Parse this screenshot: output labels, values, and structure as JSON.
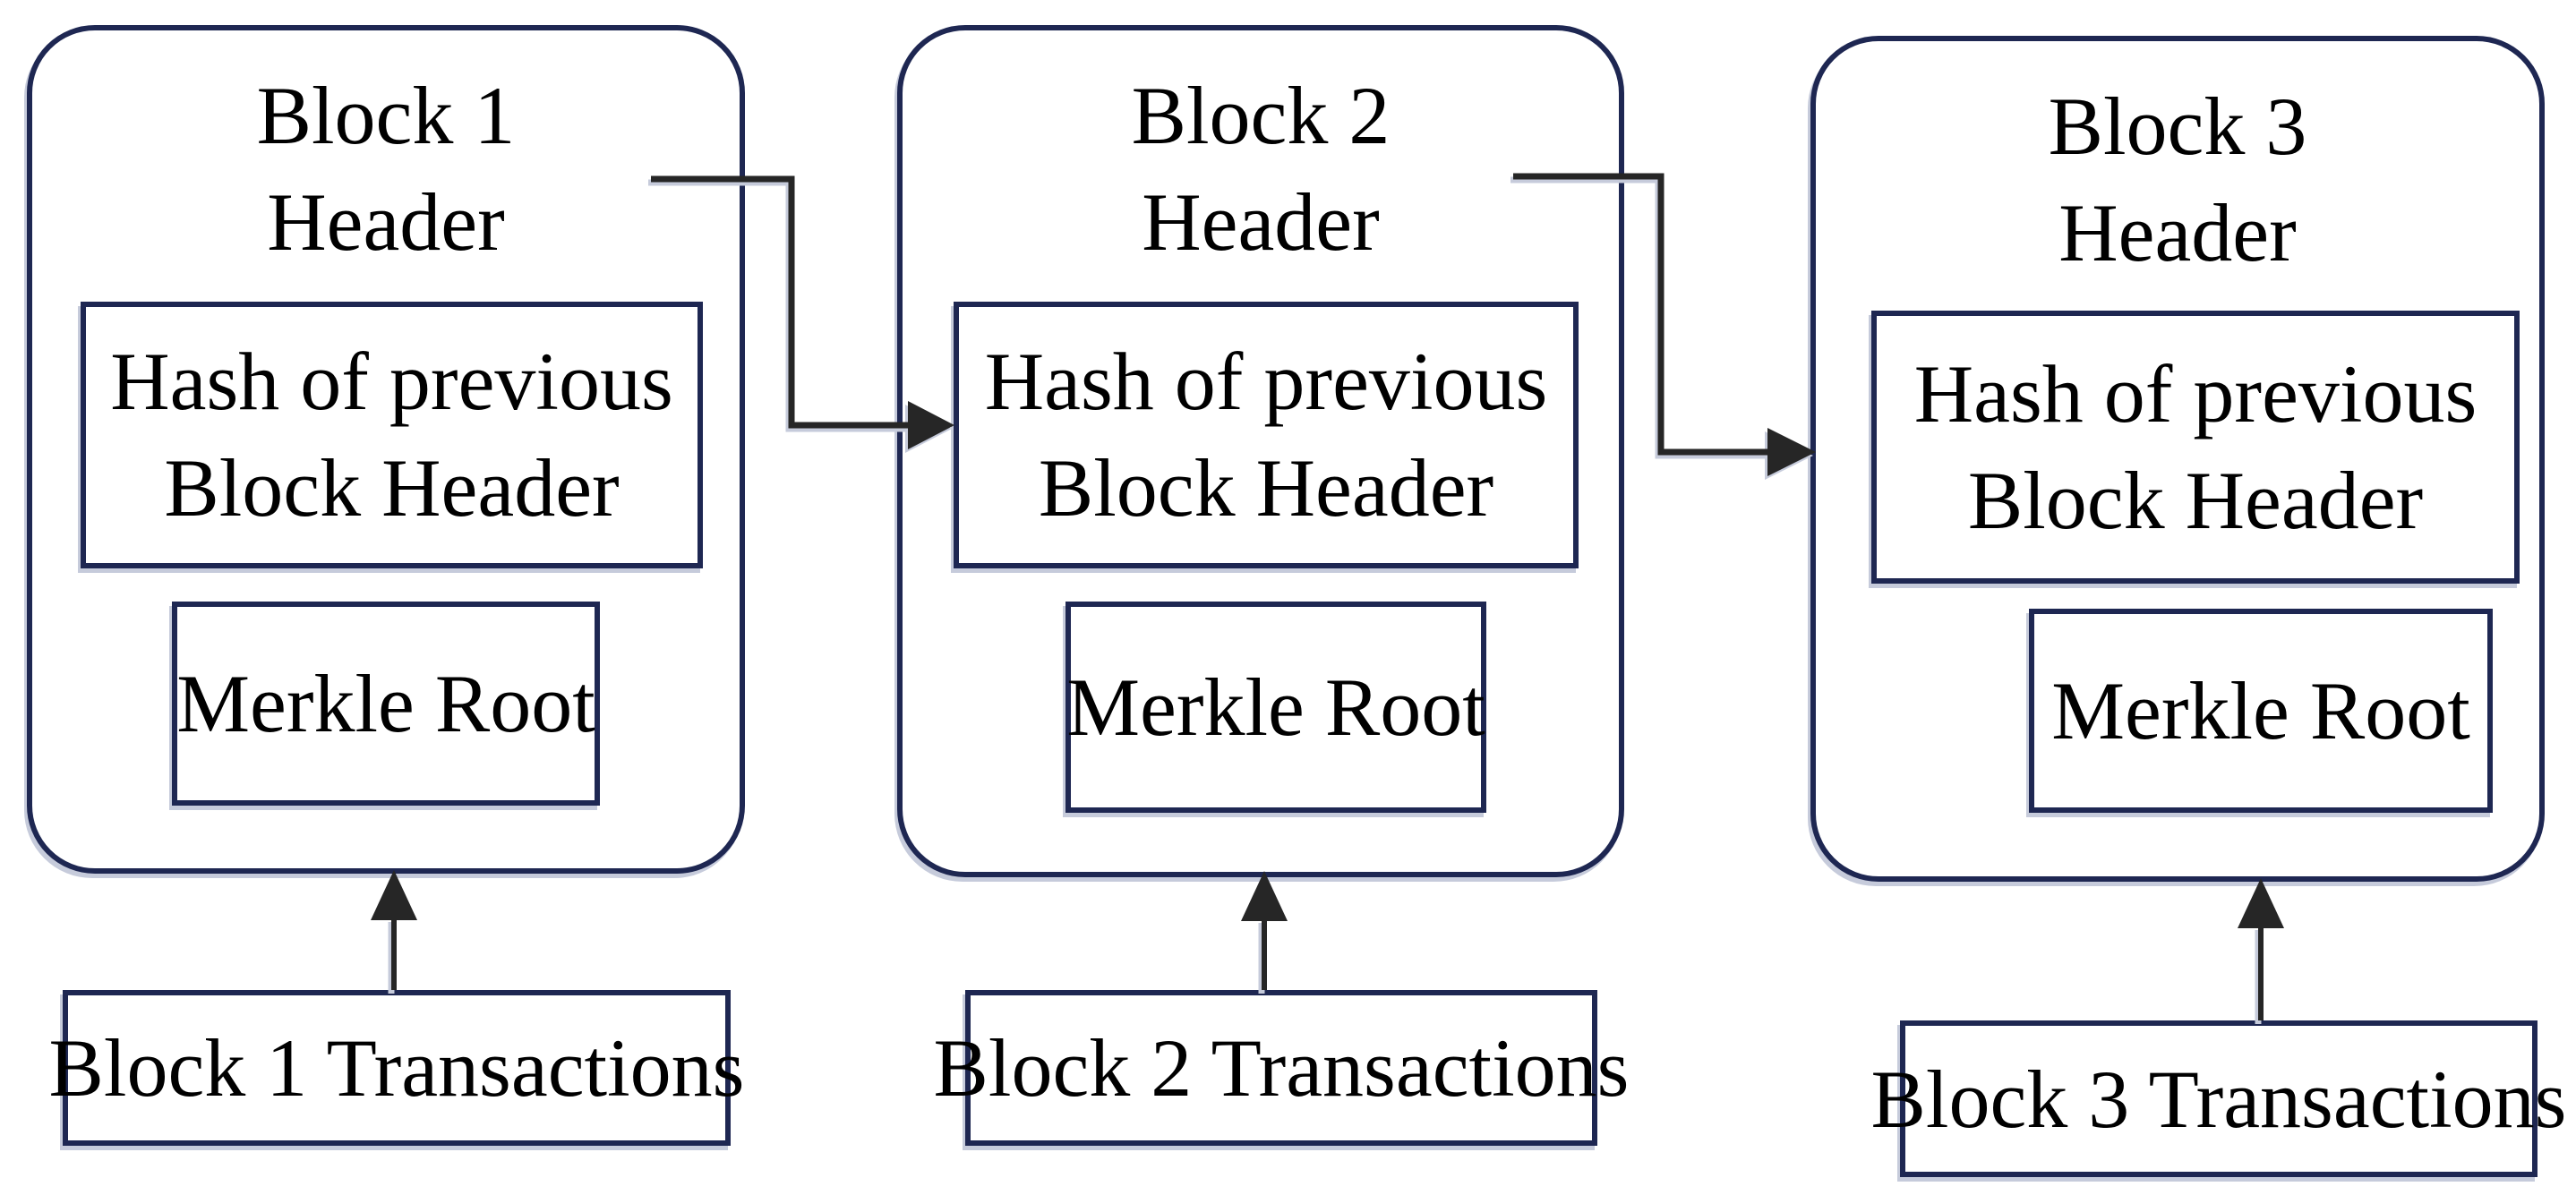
{
  "colors": {
    "border_navy": "#1e2752",
    "connector_black": "#262626",
    "shadow": "#c6cbdb",
    "background": "#ffffff",
    "text": "#000000"
  },
  "blocks": [
    {
      "title_line1": "Block 1",
      "title_line2": "Header",
      "hash_line1": "Hash of previous",
      "hash_line2": "Block Header",
      "merkle_label": "Merkle Root",
      "transactions_label": "Block 1 Transactions"
    },
    {
      "title_line1": "Block 2",
      "title_line2": "Header",
      "hash_line1": "Hash of previous",
      "hash_line2": "Block Header",
      "merkle_label": "Merkle Root",
      "transactions_label": "Block 2 Transactions"
    },
    {
      "title_line1": "Block 3",
      "title_line2": "Header",
      "hash_line1": "Hash of previous",
      "hash_line2": "Block Header",
      "merkle_label": "Merkle Root",
      "transactions_label": "Block 3 Transactions"
    }
  ],
  "connections": [
    {
      "from": "Block 1 Header",
      "to": "Block 2 Hash of previous Block Header",
      "direction": "right-elbow"
    },
    {
      "from": "Block 2 Header",
      "to": "Block 3 Hash of previous Block Header",
      "direction": "right-elbow"
    },
    {
      "from": "Block 1 Transactions",
      "to": "Block 1",
      "direction": "up"
    },
    {
      "from": "Block 2 Transactions",
      "to": "Block 2",
      "direction": "up"
    },
    {
      "from": "Block 3 Transactions",
      "to": "Block 3",
      "direction": "up"
    }
  ]
}
